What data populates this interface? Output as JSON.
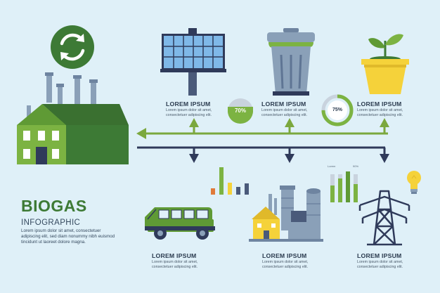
{
  "title": "BIOGAS",
  "subtitle": "INFOGRAPHIC",
  "intro": "Lorem ipsum dolor sit amet, consectetuer adipiscing elit, sed diam nonummy nibh euismod tincidunt ut laoreet dolore magna.",
  "top_items": [
    {
      "heading": "LOREM IPSUM",
      "body": "Lorem ipsum dolor sit amet, consectetuer adipiscing elit."
    },
    {
      "heading": "LOREM IPSUM",
      "body": "Lorem ipsum dolor sit amet, consectetuer adipiscing elit."
    },
    {
      "heading": "LOREM IPSUM",
      "body": "Lorem ipsum dolor sit amet, consectetuer adipiscing elit."
    }
  ],
  "bottom_items": [
    {
      "heading": "LOREM IPSUM",
      "body": "Lorem ipsum dolor sit amet, consectetuer adipiscing elit."
    },
    {
      "heading": "LOREM IPSUM",
      "body": "Lorem ipsum dolor sit amet, consectetuer adipiscing elit."
    },
    {
      "heading": "LOREM IPSUM",
      "body": "Lorem ipsum dolor sit amet, consectetuer adipiscing elit."
    }
  ],
  "stats": {
    "gauge_1": "70%",
    "gauge_2": "75%",
    "chart_label_left": "Lorem",
    "chart_label_right": "90%"
  },
  "colors": {
    "background": "#dff0f8",
    "green": "#3d7a35",
    "light_green": "#7cb342",
    "navy": "#2f3a5a",
    "arrow_green": "#7ba83e",
    "yellow": "#f5d23a"
  }
}
